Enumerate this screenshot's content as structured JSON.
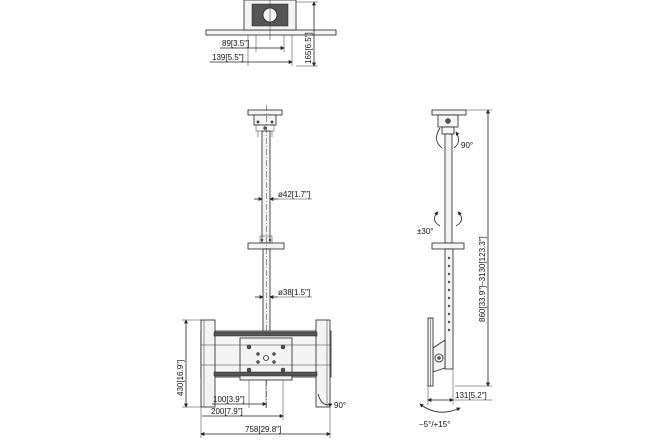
{
  "top_view": {
    "dim_89": "89[3.5\"]",
    "dim_139": "139[5.5\"]",
    "dim_165": "165[6.5\"]"
  },
  "front_view": {
    "dim_d42": "ø42[1.7\"]",
    "dim_d38": "ø38[1.5\"]",
    "dim_430": "430[16.9\"]",
    "dim_100": "100[3.9\"]",
    "dim_200": "200[7.9\"]",
    "dim_758": "758[29.8\"]",
    "rot_90": "90°"
  },
  "side_view": {
    "rot_90": "90°",
    "rot_30": "±30°",
    "dim_height": "860[33.9\"]–3130[123.3\"]",
    "dim_131": "131[5.2\"]",
    "tilt": "−5°/+15°"
  }
}
